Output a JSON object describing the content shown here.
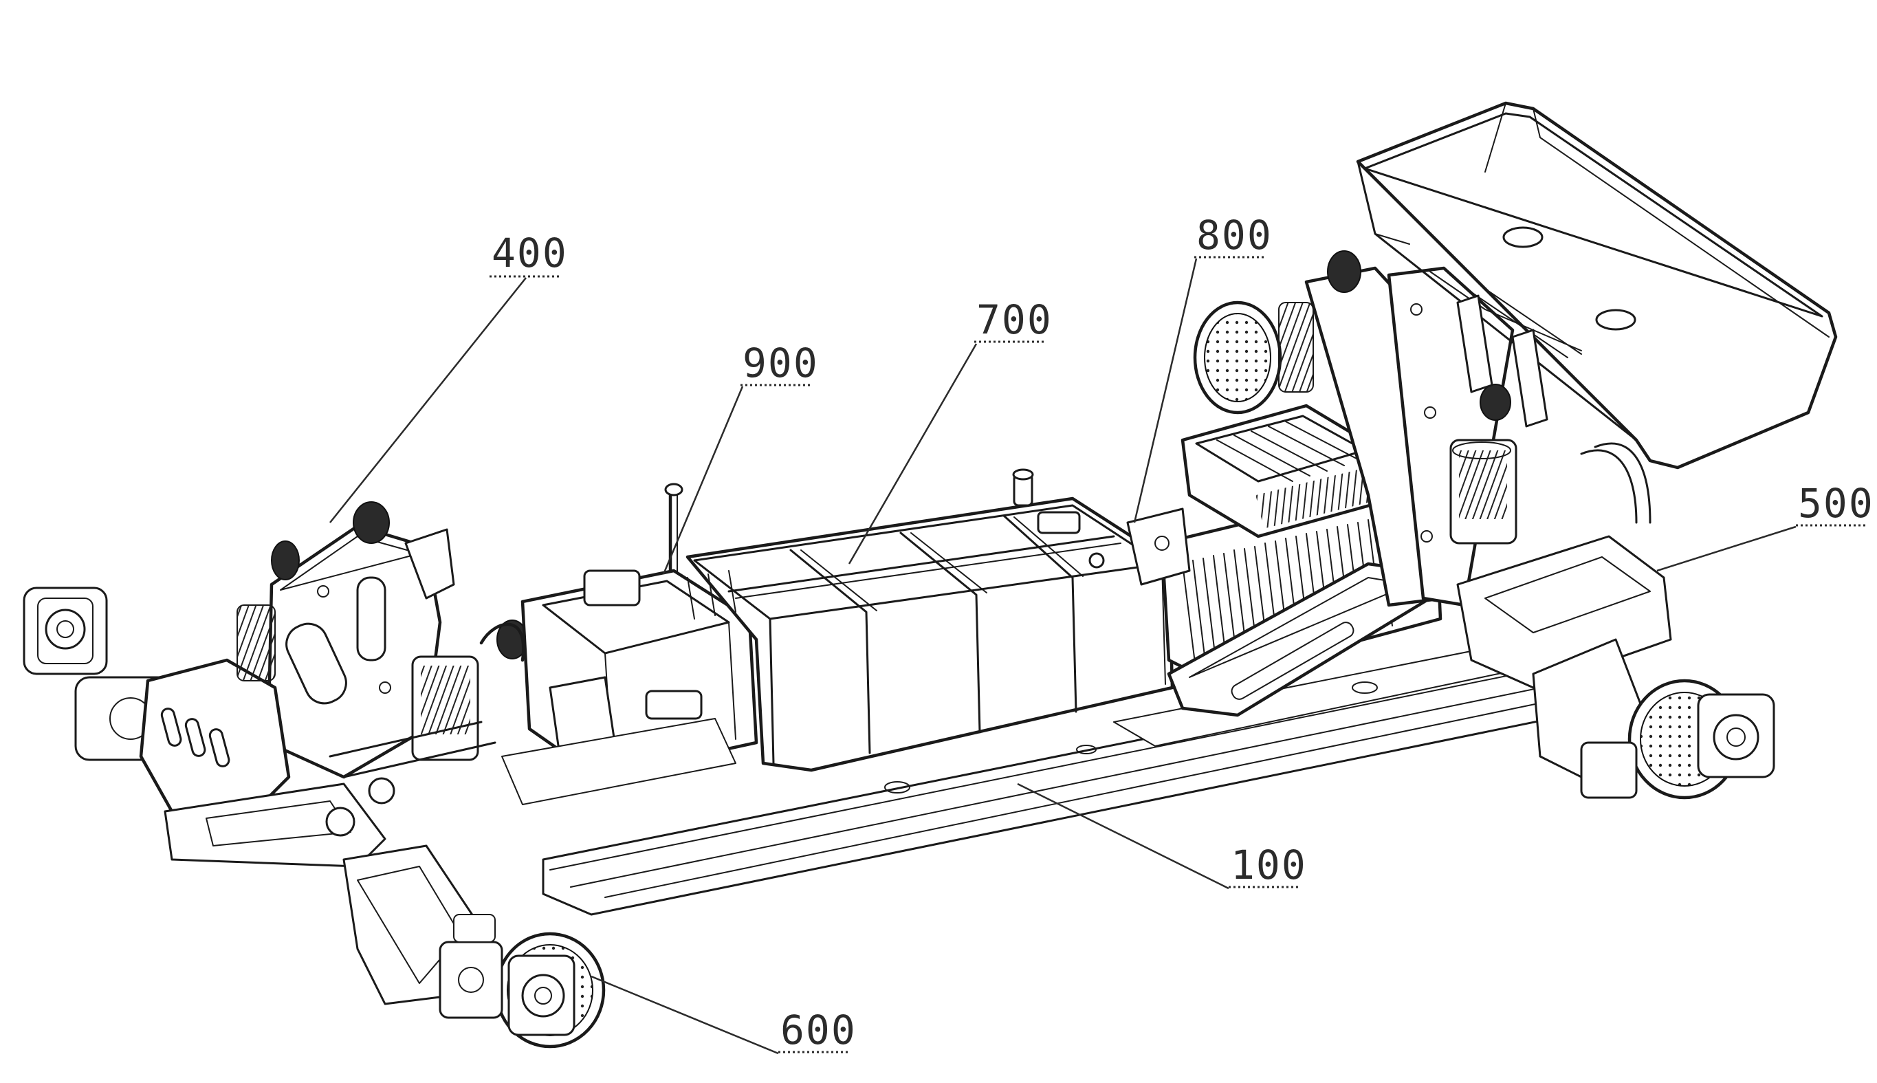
{
  "labels": {
    "chassis_plate": "100",
    "front_suspension": "400",
    "rear_suspension": "500",
    "wheel_hub": "600",
    "battery_pack": "700",
    "motor_assembly": "800",
    "antenna": "900"
  }
}
